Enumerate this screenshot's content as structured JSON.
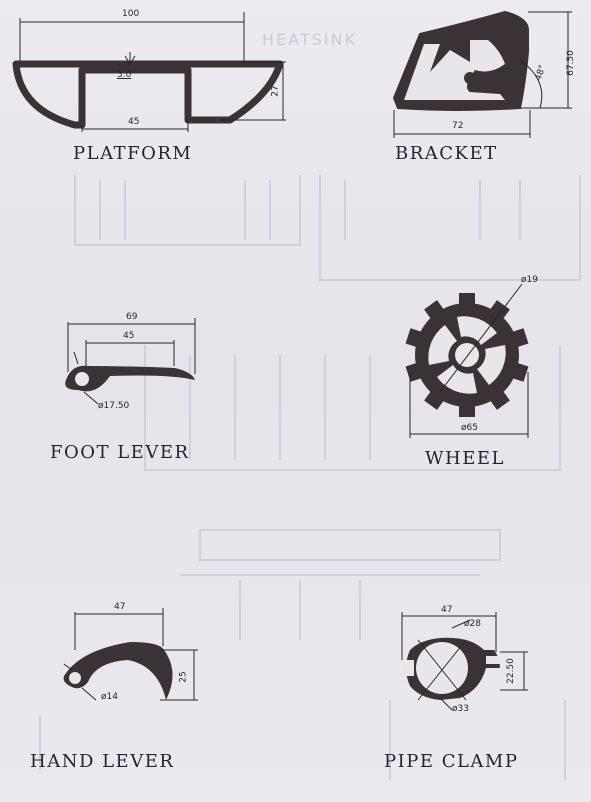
{
  "colors": {
    "paper": "#e9e6ec",
    "ink": "#2a2530",
    "profile": "#3a3234",
    "ghost": "#cfcbd8"
  },
  "background_text": {
    "heading": "HEATSINK"
  },
  "parts": [
    {
      "key": "platform",
      "label": "PLATFORM",
      "dims": {
        "width": "100",
        "thickness": "3.0",
        "height": "27",
        "bottom": "45"
      }
    },
    {
      "key": "bracket",
      "label": "BRACKET",
      "dims": {
        "width": "72",
        "height": "67.50",
        "angle": "48°"
      }
    },
    {
      "key": "foot_lever",
      "label": "FOOT LEVER",
      "dims": {
        "length": "69",
        "inner": "45",
        "hole": "ø17.50"
      }
    },
    {
      "key": "wheel",
      "label": "WHEEL",
      "dims": {
        "hub": "ø19",
        "outer": "ø65"
      }
    },
    {
      "key": "hand_lever",
      "label": "HAND LEVER",
      "dims": {
        "length": "47",
        "height": "25",
        "hole": "ø14"
      }
    },
    {
      "key": "pipe_clamp",
      "label": "PIPE CLAMP",
      "dims": {
        "width": "47",
        "inner": "ø28",
        "outer": "ø33",
        "height": "22.50"
      }
    }
  ]
}
